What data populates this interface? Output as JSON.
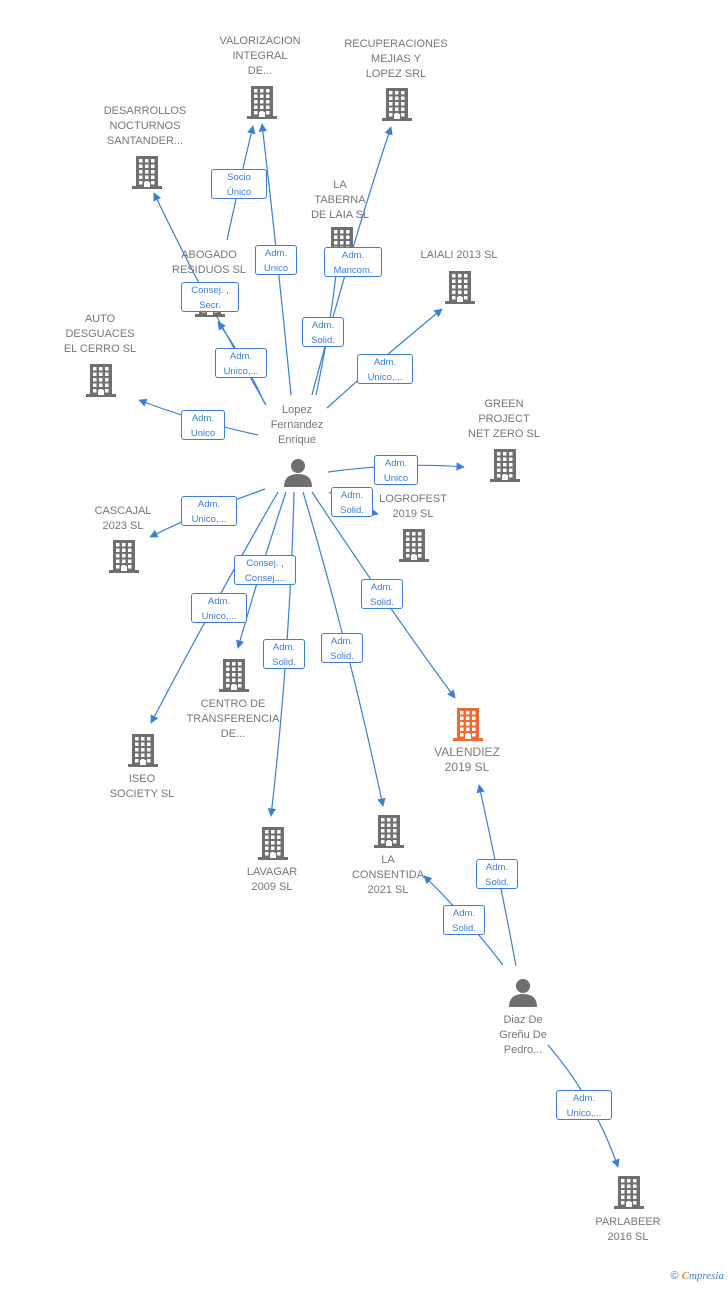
{
  "colors": {
    "edge": "#3a7fd5",
    "building": "#6f6f6f",
    "highlight_building": "#f26a30",
    "person": "#6f6f6f",
    "label": "#777777"
  },
  "nodes": [
    {
      "id": "valorizacion",
      "type": "company",
      "label": [
        "VALORIZACION",
        "INTEGRAL",
        "DE..."
      ]
    },
    {
      "id": "recuperaciones",
      "type": "company",
      "label": [
        "RECUPERACIONES",
        "MEJIAS Y",
        "LOPEZ SRL"
      ]
    },
    {
      "id": "desarrollos",
      "type": "company",
      "label": [
        "DESARROLLOS",
        "NOCTURNOS",
        "SANTANDER..."
      ]
    },
    {
      "id": "taberna",
      "type": "company",
      "label": [
        "LA",
        "TABERNA",
        "DE LAIA  SL"
      ]
    },
    {
      "id": "abogado",
      "type": "company",
      "label": [
        "ABOGADO",
        "RESIDUOS  SL"
      ]
    },
    {
      "id": "laiali",
      "type": "company",
      "label": [
        "LAIALI 2013 SL"
      ]
    },
    {
      "id": "auto",
      "type": "company",
      "label": [
        "AUTO",
        "DESGUACES",
        "EL CERRO  SL"
      ]
    },
    {
      "id": "lopez",
      "type": "person",
      "label": [
        "Lopez",
        "Fernandez",
        "Enrique"
      ]
    },
    {
      "id": "green",
      "type": "company",
      "label": [
        "GREEN",
        "PROJECT",
        "NET ZERO  SL"
      ]
    },
    {
      "id": "logrofest",
      "type": "company",
      "label": [
        "LOGROFEST",
        "2019  SL"
      ]
    },
    {
      "id": "cascajal",
      "type": "company",
      "label": [
        "CASCAJAL",
        "2023  SL"
      ]
    },
    {
      "id": "centro",
      "type": "company",
      "label": [
        "CENTRO DE",
        "TRANSFERENCIA",
        "DE..."
      ]
    },
    {
      "id": "valendiez",
      "type": "company",
      "highlight": true,
      "label": [
        "VALENDIEZ",
        "2019  SL"
      ]
    },
    {
      "id": "iseo",
      "type": "company",
      "label": [
        "ISEO",
        "SOCIETY  SL"
      ]
    },
    {
      "id": "lavagar",
      "type": "company",
      "label": [
        "LAVAGAR",
        "2009 SL"
      ]
    },
    {
      "id": "consentida",
      "type": "company",
      "label": [
        "LA",
        "CONSENTIDA",
        "2021  SL"
      ]
    },
    {
      "id": "diaz",
      "type": "person",
      "label": [
        "Diaz De",
        "Greñu De",
        "Pedro..."
      ]
    },
    {
      "id": "parlabeer",
      "type": "company",
      "label": [
        "PARLABEER",
        "2016  SL"
      ]
    }
  ],
  "edges": [
    {
      "from": "lopez",
      "to": "valorizacion",
      "label": [
        "Socio",
        "Único"
      ]
    },
    {
      "from": "lopez",
      "to": "valorizacion",
      "label": [
        "Adm.",
        "Unico"
      ]
    },
    {
      "from": "lopez",
      "to": "recuperaciones",
      "label": [
        "Adm.",
        "Mancom."
      ]
    },
    {
      "from": "lopez",
      "to": "taberna",
      "label": [
        "Adm.",
        "Solid."
      ]
    },
    {
      "from": "lopez",
      "to": "desarrollos",
      "label": [
        "Consej. ,",
        "Secr."
      ]
    },
    {
      "from": "lopez",
      "to": "abogado",
      "label": [
        "Adm.",
        "Unico,..."
      ]
    },
    {
      "from": "lopez",
      "to": "laiali",
      "label": [
        "Adm.",
        "Unico,..."
      ]
    },
    {
      "from": "lopez",
      "to": "auto",
      "label": [
        "Adm.",
        "Unico"
      ]
    },
    {
      "from": "lopez",
      "to": "green",
      "label": [
        "Adm.",
        "Unico"
      ]
    },
    {
      "from": "lopez",
      "to": "logrofest",
      "label": [
        "Adm.",
        "Solid."
      ]
    },
    {
      "from": "lopez",
      "to": "cascajal",
      "label": [
        "Adm.",
        "Unico,..."
      ]
    },
    {
      "from": "lopez",
      "to": "centro",
      "label": [
        "Consej. ,",
        "Consej...."
      ]
    },
    {
      "from": "lopez",
      "to": "iseo",
      "label": [
        "Adm.",
        "Unico,..."
      ]
    },
    {
      "from": "lopez",
      "to": "lavagar",
      "label": [
        "Adm.",
        "Solid."
      ]
    },
    {
      "from": "lopez",
      "to": "consentida",
      "label": [
        "Adm.",
        "Solid."
      ]
    },
    {
      "from": "lopez",
      "to": "valendiez",
      "label": [
        "Adm.",
        "Solid."
      ]
    },
    {
      "from": "diaz",
      "to": "valendiez",
      "label": [
        "Adm.",
        "Solid."
      ]
    },
    {
      "from": "diaz",
      "to": "consentida",
      "label": [
        "Adm.",
        "Solid."
      ]
    },
    {
      "from": "diaz",
      "to": "parlabeer",
      "label": [
        "Adm.",
        "Unico,..."
      ]
    }
  ],
  "footer": {
    "copyright": "©",
    "brand_initial": "C",
    "brand_rest": "mpresia"
  }
}
